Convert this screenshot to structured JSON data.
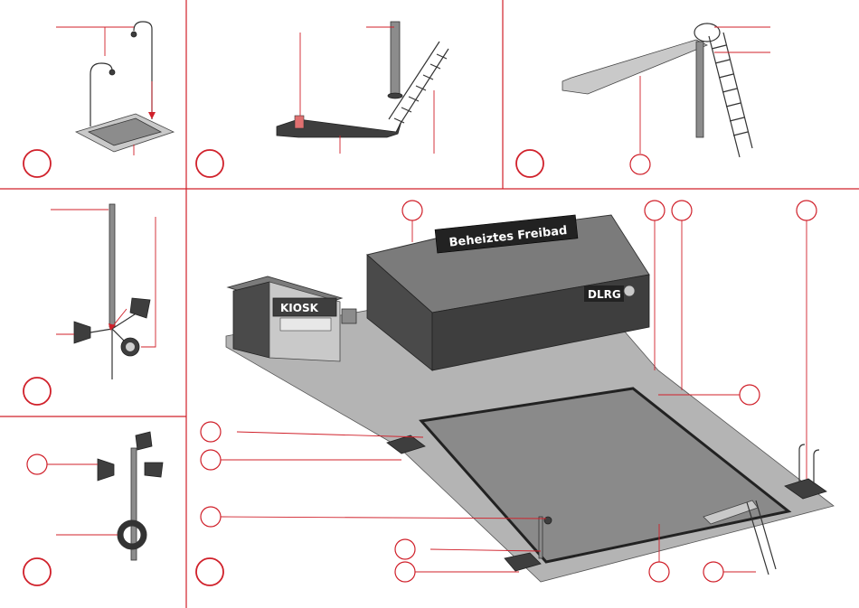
{
  "signs": {
    "building_sign": "Beheiztes Freibad",
    "rescue_sign": "DLRG",
    "kiosk_sign": "KIOSK"
  },
  "colors": {
    "accent": "#d0202a",
    "ink": "#333333"
  }
}
